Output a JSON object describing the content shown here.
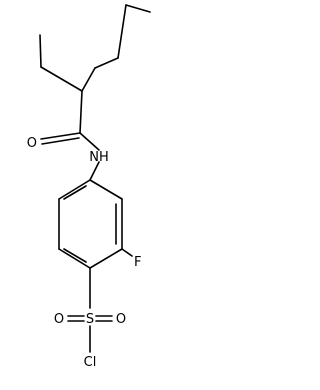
{
  "structure": {
    "atoms": {
      "carbonyl_oxygen": "O",
      "amide_nh": "NH",
      "fluorine": "F",
      "sulfur": "S",
      "sulfonyl_oxygen_left": "O",
      "sulfonyl_oxygen_right": "O",
      "chlorine": "Cl"
    }
  }
}
